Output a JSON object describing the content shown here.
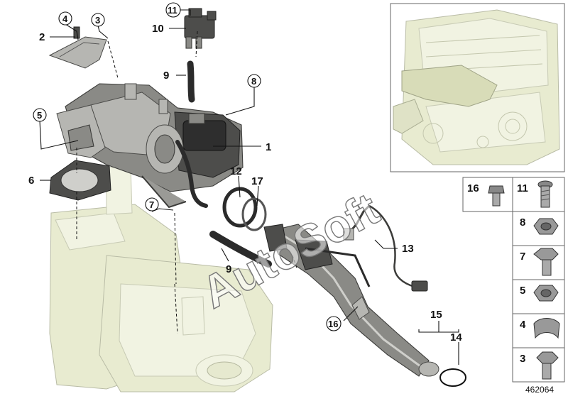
{
  "callouts": {
    "n1": "1",
    "n2": "2",
    "n3": "3",
    "n4": "4",
    "n5": "5",
    "n6": "6",
    "n7": "7",
    "n8": "8",
    "n9a": "9",
    "n9b": "9",
    "n10": "10",
    "n11": "11",
    "n12": "12",
    "n13": "13",
    "n14": "14",
    "n15": "15",
    "n16": "16",
    "n17": "17"
  },
  "legend": {
    "c16": "16",
    "c11": "11",
    "c8": "8",
    "c7": "7",
    "c5": "5",
    "c4": "4",
    "c3": "3"
  },
  "watermark": "AutoSoft",
  "reference_number": "462064"
}
